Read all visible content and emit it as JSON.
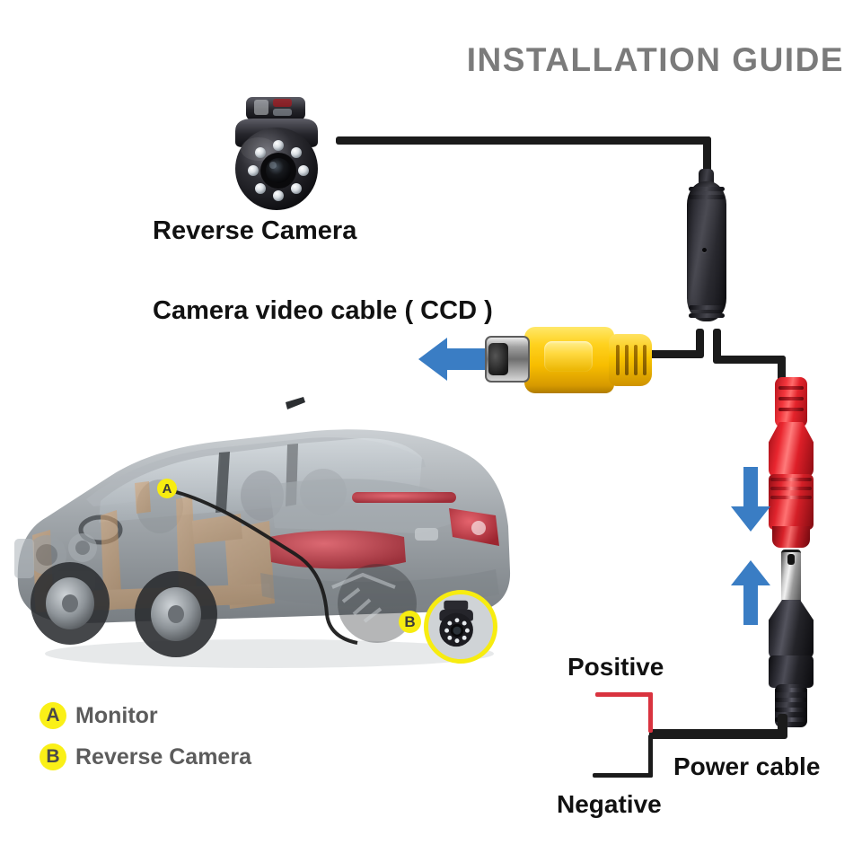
{
  "header": {
    "title": "INSTALLATION GUIDE"
  },
  "labels": {
    "reverse_camera": "Reverse Camera",
    "video_cable": "Camera video cable ( CCD )",
    "positive": "Positive",
    "negative": "Negative",
    "power_cable": "Power cable"
  },
  "legend": {
    "items": [
      {
        "badge": "A",
        "label": "Monitor"
      },
      {
        "badge": "B",
        "label": "Reverse Camera"
      }
    ]
  },
  "markers": {
    "monitor": "A",
    "camera": "B"
  },
  "colors": {
    "title_gray": "#7b7b7b",
    "label_black": "#111111",
    "legend_text": "#5c5c5c",
    "badge_yellow": "#faf017",
    "marker_yellow": "#f7ec10",
    "arrow_blue": "#3a7dc4",
    "wire_positive_red": "#d9333f",
    "wire_negative_black": "#1b1b1b",
    "rca_yellow": "#ffd21f",
    "dc_female_red": "#e4232b",
    "dc_male_black": "#1b1b1b",
    "car_body_gray": "#9aa0a4",
    "car_interior_tan": "#c89a6d"
  },
  "icons": {
    "video_arrow": "arrow-left-icon",
    "connect_down_arrow": "arrow-down-icon",
    "connect_up_arrow": "arrow-up-icon"
  },
  "diagram": {
    "camera_led_count": 8,
    "components": [
      "reverse-camera",
      "camera-video-cable",
      "rca-video-connector",
      "cable-junction-box",
      "dc-power-female-connector",
      "dc-power-male-plug",
      "power-cable",
      "vehicle-cutaway"
    ]
  }
}
